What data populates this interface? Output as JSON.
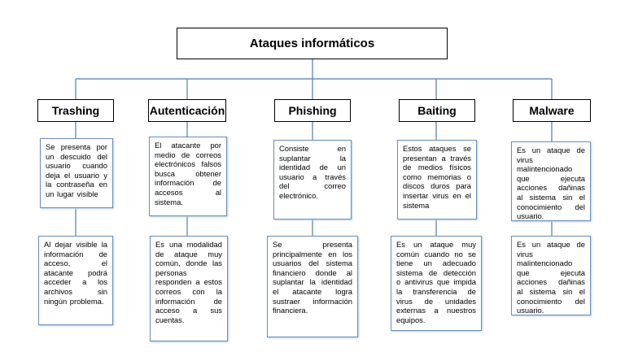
{
  "diagram": {
    "title": "Ataques informáticos",
    "line_color": "#6a8fb8",
    "columns": [
      {
        "name": "Trashing",
        "desc1": "Se presenta por un descuido del usuario cuando deja el usuario y la contraseña en un lugar visible",
        "desc2": "Al dejar visible la información de acceso, el atacante podrá acceder a los archivos sin ningún problema."
      },
      {
        "name": "Autenticación",
        "desc1": "El atacante por medio de correos electrónicos falsos busca obtener información de accesos al sistema.",
        "desc2": "Es una modalidad de ataque muy común, donde las personas responden a estos correos con la información de acceso a sus cuentas."
      },
      {
        "name": "Phishing",
        "desc1": "Consiste en suplantar la identidad de un usuario a través del correo electrónico.",
        "desc2": "Se presenta principalmente en los usuarios del sistema financiero donde al suplantar la identidad el atacante logra sustraer información financiera."
      },
      {
        "name": "Baiting",
        "desc1": "Estos ataques se presentan a través de medios físicos como memorias o discos duros para insertar virus en el sistema",
        "desc2": "Es un ataque muy común cuando no se tiene un adecuado sistema de detección o antivirus que impida la transferencia de virus de unidades externas a nuestros equipos."
      },
      {
        "name": "Malware",
        "desc1": "Es un ataque de virus malintencionado que ejecuta acciones dañinas al sistema sin el conocimiento del usuario.",
        "desc2": "Es un ataque de virus malintencionado que ejecuta acciones dañinas al sistema sin el conocimiento del usuario."
      }
    ]
  }
}
